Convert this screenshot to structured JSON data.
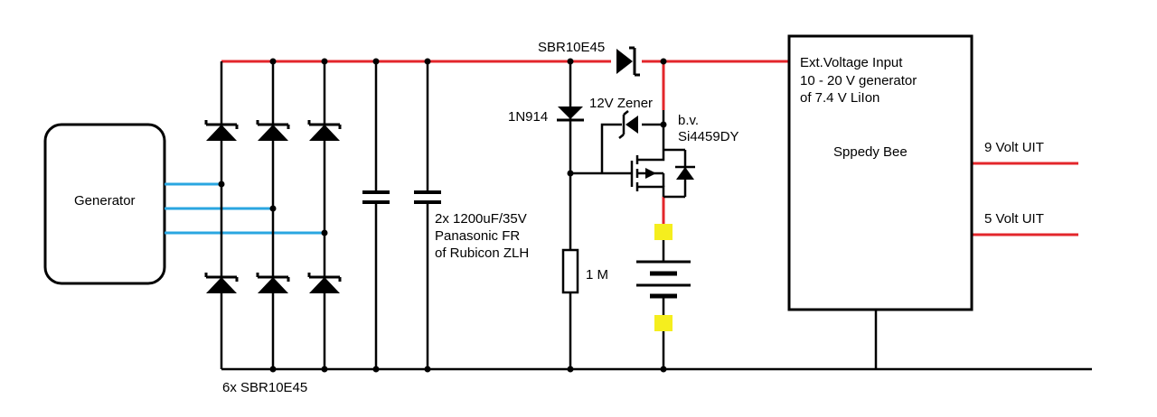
{
  "colors": {
    "positive_rail": "#e3262b",
    "generator_phase": "#2aa6e0",
    "wire": "#000000",
    "test_point": "#f5ee1e",
    "background": "#ffffff"
  },
  "blocks": {
    "generator": "Generator",
    "speedybee_line1": "Ext.Voltage Input",
    "speedybee_line2": "10 - 20 V generator",
    "speedybee_line3": "of 7.4 V LiIon",
    "speedybee_name": "Sppedy Bee"
  },
  "labels": {
    "bridge_diodes": "6x SBR10E45",
    "capacitors_line1": "2x 1200uF/35V",
    "capacitors_line2": "Panasonic FR",
    "capacitors_line3": "of Rubicon ZLH",
    "series_diode": "SBR10E45",
    "signal_diode": "1N914",
    "zener": "12V Zener",
    "mosfet_line1": "b.v.",
    "mosfet_line2": "Si4459DY",
    "resistor": "1 M",
    "output_9v": "9 Volt UIT",
    "output_5v": "5 Volt UIT"
  },
  "icons": [
    "diode-symbol",
    "zener-symbol",
    "capacitor-symbol",
    "resistor-symbol",
    "battery-symbol",
    "mosfet-symbol"
  ]
}
